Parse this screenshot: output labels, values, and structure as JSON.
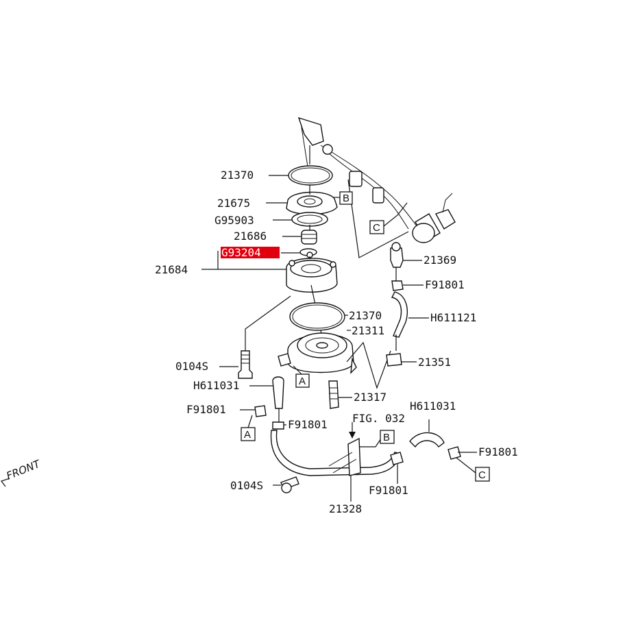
{
  "callouts": {
    "c21370_top": "21370",
    "c21675": "21675",
    "cG95903": "G95903",
    "c21686": "21686",
    "cG93204": "G93204",
    "c21684": "21684",
    "c21370_mid": "21370",
    "c21311": "21311",
    "c0104S_left": "0104S",
    "cH611031_left": "H611031",
    "cF91801_left": "F91801",
    "cF91801_mid": "F91801",
    "c21317": "21317",
    "cFIG032": "FIG. 032",
    "c0104S_bottom": "0104S",
    "c21328": "21328",
    "c21369": "21369",
    "cF91801_right": "F91801",
    "cH611121": "H611121",
    "c21351": "21351",
    "cH611031_right": "H611031",
    "cF91801_far": "F91801",
    "cF91801_bottom": "F91801",
    "front": "FRONT"
  },
  "ref_boxes": {
    "A": "A",
    "B": "B",
    "C": "C"
  },
  "colors": {
    "highlight": "#e0000e",
    "line": "#111111",
    "background": "#ffffff"
  }
}
